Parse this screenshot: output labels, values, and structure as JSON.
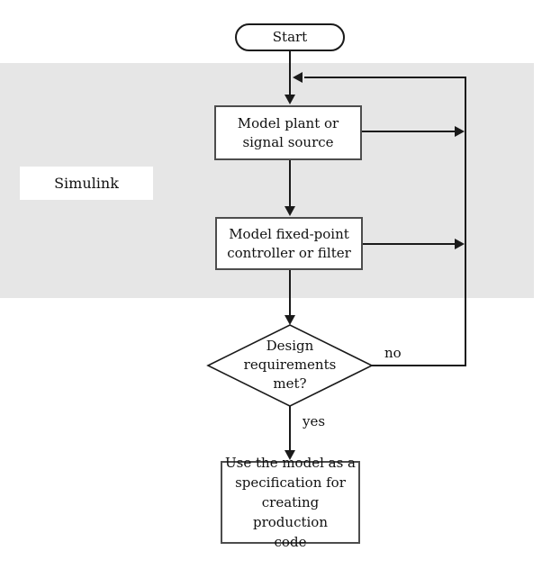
{
  "flowchart": {
    "region_label": "Simulink",
    "nodes": {
      "start": "Start",
      "model_plant": "Model plant or\nsignal source",
      "model_controller": "Model fixed-point\ncontroller or filter",
      "decision": "Design\nrequirements\nmet?",
      "production_code": "Use the model as a\nspecification for\ncreating production\ncode"
    },
    "edge_labels": {
      "no": "no",
      "yes": "yes"
    },
    "colors": {
      "region_bg": "#e6e6e6",
      "line": "#1a1a1a",
      "process_border": "#4d4d4d",
      "node_bg": "#ffffff",
      "text": "#111111"
    }
  }
}
